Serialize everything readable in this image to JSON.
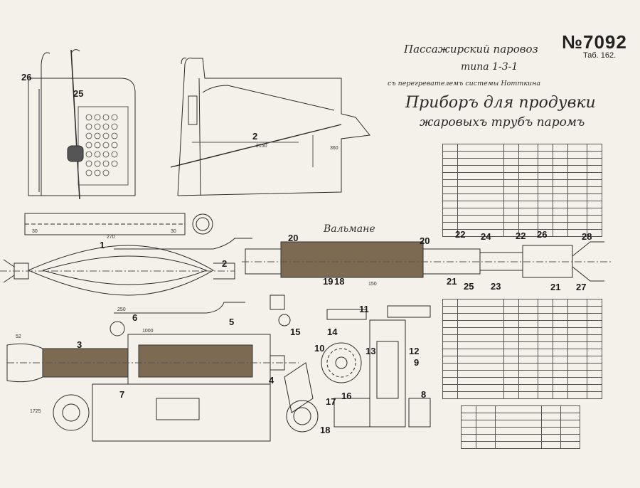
{
  "sheet": {
    "doc_number": "№7092",
    "table_ref": "Таб. 162.",
    "signature": "Вальмане"
  },
  "title": {
    "line1": "Пассажирский паровоз",
    "line2": "типа 1-3-1",
    "line3": "съ перегревателемъ системы Нотткина",
    "line4": "Приборъ для продувки",
    "line5": "жаровыхъ трубъ паромъ"
  },
  "part_labels": [
    "26",
    "25",
    "2",
    "1",
    "2",
    "3",
    "4",
    "5",
    "6",
    "7",
    "20",
    "20",
    "22",
    "24",
    "22",
    "26",
    "28",
    "19",
    "18",
    "21",
    "25",
    "23",
    "21",
    "27",
    "15",
    "14",
    "11",
    "10",
    "13",
    "12",
    "9",
    "16",
    "17",
    "18",
    "8"
  ],
  "dimensions": [
    "2150",
    "360",
    "270",
    "30",
    "30",
    "250",
    "1000",
    "52",
    "150",
    "1725"
  ],
  "colors": {
    "paper": "#f4f1ea",
    "ink": "#2b2b2b",
    "wood": "#6b5a45"
  }
}
